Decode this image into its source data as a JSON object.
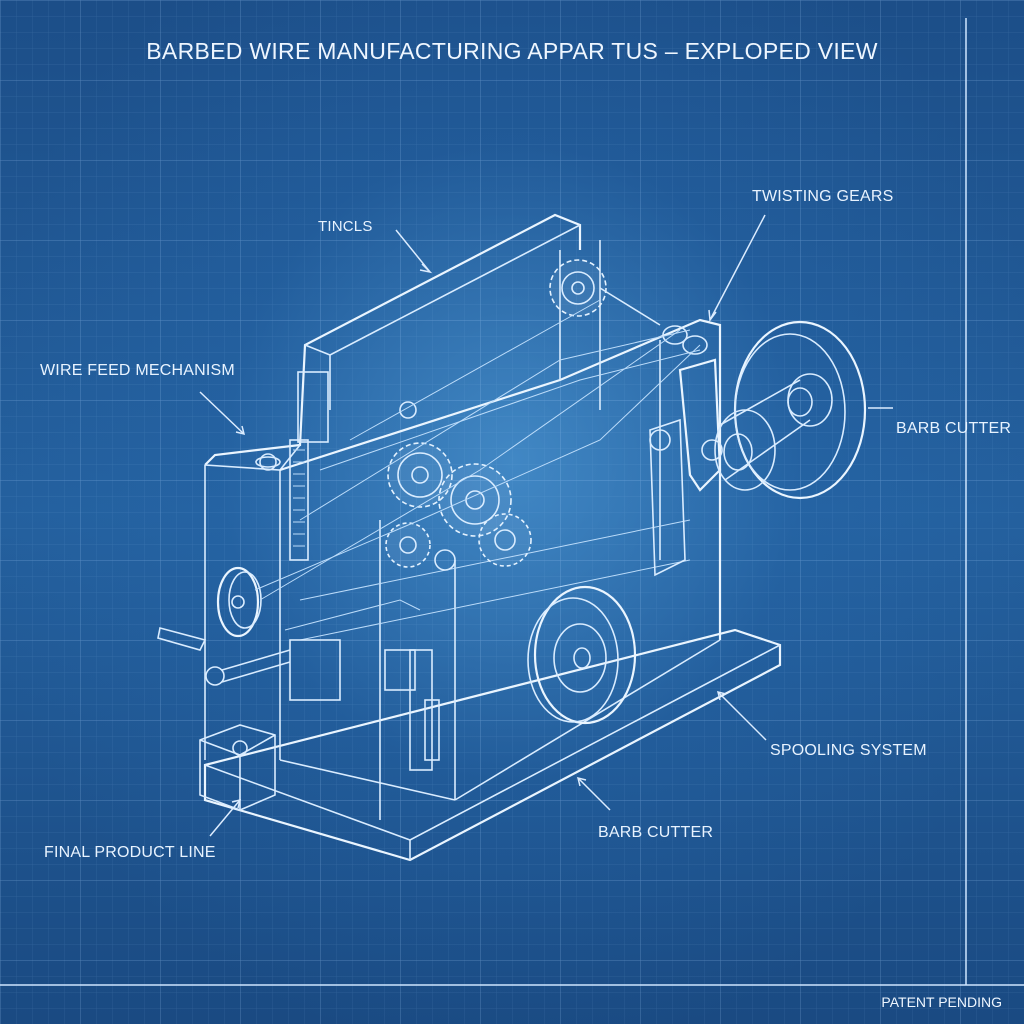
{
  "title": "BARBED WIRE MANUFACTURING APPAR TUS – EXPLOPED VIEW",
  "labels": {
    "tincls": "TINCLS",
    "twisting_gears": "TWISTING GEARS",
    "wire_feed": "WIRE FEED MECHANISM",
    "barb_cutter_right": "BARB CUTTER",
    "spooling": "SPOOLING SYSTEM",
    "barb_cutter_bottom": "BARB CUTTER",
    "final_product": "FINAL PRODUCT LINE"
  },
  "footer": "PATENT PENDING",
  "colors": {
    "background": "#1f4f86",
    "line": "#d9ecff",
    "grid": "#3f73ad"
  }
}
